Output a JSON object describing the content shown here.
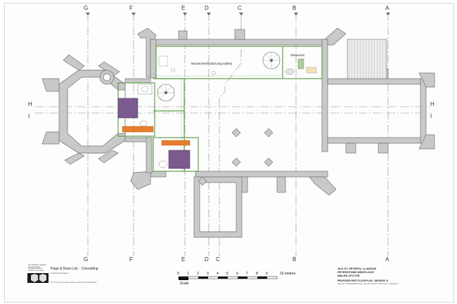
{
  "gridlines": [
    {
      "label": "G",
      "suffix": ""
    },
    {
      "label": "F",
      "suffix": ""
    },
    {
      "label": "E",
      "suffix": ""
    },
    {
      "label": "D",
      "suffix": ""
    },
    {
      "label": "C",
      "suffix": ""
    },
    {
      "label": "B",
      "suffix": ""
    },
    {
      "label": "A",
      "suffix": ""
    }
  ],
  "section_labels": {
    "h": "H",
    "i": "I"
  },
  "rooms": {
    "gallery": "Mezzanine/Studio/Long Gallery",
    "showroom": "Showroom"
  },
  "scale": {
    "ticks": [
      "0",
      "1",
      "2",
      "3",
      "4",
      "5",
      "6",
      "7",
      "8",
      "9"
    ],
    "end_label": "10 metres",
    "caption": "Scale"
  },
  "firm": {
    "name": "Page & Dean Ltd. - Consulting",
    "sub": "Chartered Architects",
    "contact": "The Old School, Station Road, Cardiff  Tel 029 2000 0000"
  },
  "notes": "This drawing is copyright and must not be reproduced without consent. Do not scale.",
  "title_block": {
    "line1": "OLD ST. PETER'S, LLANSOR",
    "line2": "PETERSTONE WENTLOOG",
    "line3": "WALES   CF3 2TR",
    "drawing": "PROPOSED FIRST FLOOR PLAN - REVISION 'A'",
    "meta": "Drwg No: 01/1011/FIRST  Date: June 2014  Drawn: PDC  Scale: 1:100 @ A3"
  },
  "colors": {
    "wall_fill": "#c8c8c8",
    "wall_stroke": "#6e6e6e",
    "grid_line": "#7f7f7f",
    "green_wall": "#5f9e4a",
    "bed_purple": "#7b5a8e",
    "orange": "#e87d2b"
  }
}
